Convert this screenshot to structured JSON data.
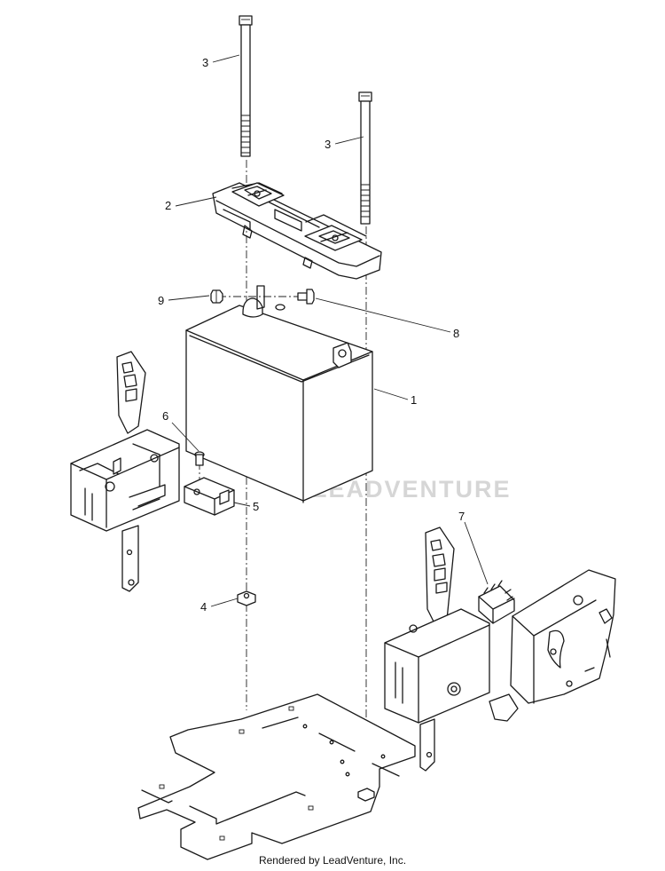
{
  "watermark": {
    "text": "LEADVENTURE",
    "color": "#c9c9c9"
  },
  "footer": {
    "text": "Rendered by LeadVenture, Inc."
  },
  "callouts": [
    {
      "id": "1",
      "label": "1",
      "part": "battery"
    },
    {
      "id": "2",
      "label": "2",
      "part": "battery-hold-down-bracket"
    },
    {
      "id": "3a",
      "label": "3",
      "part": "long-bolt-left"
    },
    {
      "id": "3b",
      "label": "3",
      "part": "long-bolt-right"
    },
    {
      "id": "4",
      "label": "4",
      "part": "nut"
    },
    {
      "id": "5",
      "label": "5",
      "part": "switch"
    },
    {
      "id": "6",
      "label": "6",
      "part": "screw"
    },
    {
      "id": "7",
      "label": "7",
      "part": "switch-connector"
    },
    {
      "id": "8",
      "label": "8",
      "part": "terminal-bolt"
    },
    {
      "id": "9",
      "label": "9",
      "part": "terminal-nut"
    }
  ]
}
